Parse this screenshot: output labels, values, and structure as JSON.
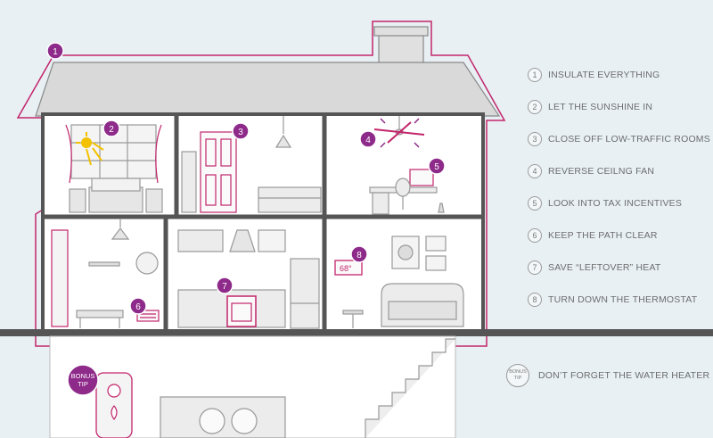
{
  "tips": [
    {
      "num": "1",
      "label": "INSULATE EVERYTHING"
    },
    {
      "num": "2",
      "label": "LET THE SUNSHINE IN"
    },
    {
      "num": "3",
      "label": "CLOSE OFF LOW-TRAFFIC ROOMS"
    },
    {
      "num": "4",
      "label": "REVERSE CEILNG FAN"
    },
    {
      "num": "5",
      "label": "LOOK INTO TAX INCENTIVES"
    },
    {
      "num": "6",
      "label": "KEEP THE PATH CLEAR"
    },
    {
      "num": "7",
      "label": "SAVE “LEFTOVER” HEAT"
    },
    {
      "num": "8",
      "label": "TURN DOWN THE THERMOSTAT"
    }
  ],
  "bonus": {
    "line1": "BONUS",
    "line2": "TIP",
    "label": "DON’T FORGET THE WATER HEATER"
  },
  "thermostat": {
    "reading": "68°"
  },
  "colors": {
    "marker": "#8e2a8a",
    "outline": "#c2256b",
    "wall": "#555555",
    "line": "#9a9a9a",
    "background": "#e8f0f4"
  }
}
